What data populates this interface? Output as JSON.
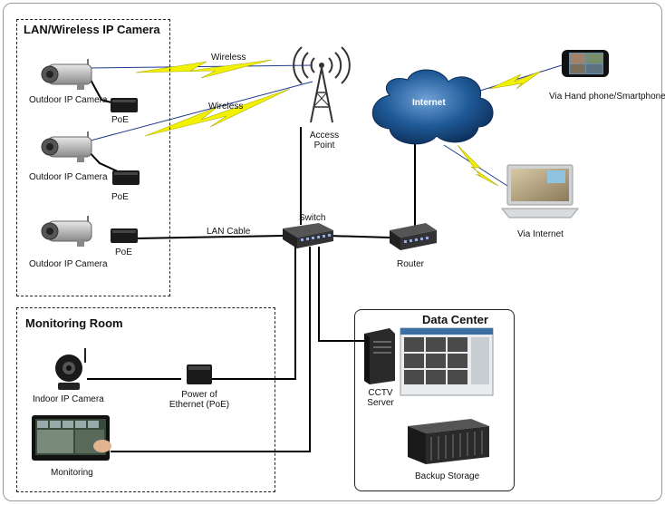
{
  "groups": {
    "lan": {
      "title": "LAN/Wireless IP Camera"
    },
    "monitoring": {
      "title": "Monitoring Room"
    },
    "datacenter": {
      "title": "Data Center"
    }
  },
  "devices": {
    "camera1": {
      "label": "Outdoor IP Camera",
      "poe": "PoE"
    },
    "camera2": {
      "label": "Outdoor IP Camera",
      "poe": "PoE"
    },
    "camera3": {
      "label": "Outdoor IP Camera",
      "poe": "PoE"
    },
    "access_point": {
      "line1": "Access",
      "line2": "Point"
    },
    "switch": {
      "label": "Switch"
    },
    "router": {
      "label": "Router"
    },
    "internet": {
      "label": "Internet"
    },
    "phone": {
      "label": "Via Hand phone/Smartphone"
    },
    "laptop": {
      "label": "Via Internet"
    },
    "indoor_camera": {
      "label": "Indoor IP Camera"
    },
    "poe_injector": {
      "line1": "Power of",
      "line2": "Ethernet (PoE)"
    },
    "monitor": {
      "label": "Monitoring"
    },
    "cctv_server": {
      "line1": "CCTV",
      "line2": "Server"
    },
    "backup": {
      "label": "Backup Storage"
    }
  },
  "links": {
    "wireless1": "Wireless",
    "wireless2": "Wireless",
    "lan_cable": "LAN Cable"
  },
  "colors": {
    "lightning": "#f2f200",
    "link_line": "#000000",
    "wireless_line": "#1f3b8c",
    "cloud": "#1d4f8a"
  }
}
